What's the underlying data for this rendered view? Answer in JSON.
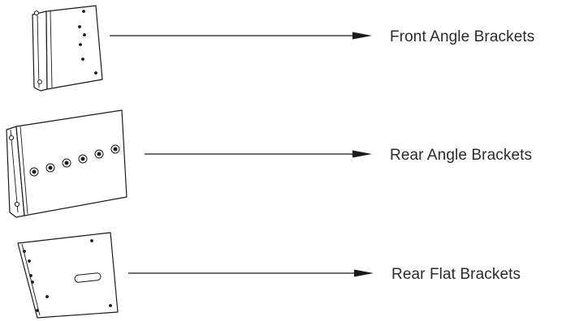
{
  "items": [
    {
      "label": "Front Angle Brackets"
    },
    {
      "label": "Rear Angle Brackets"
    },
    {
      "label": "Rear Flat Brackets"
    }
  ],
  "colors": {
    "line": "#1a1a1a",
    "text": "#2b2b2b",
    "background": "#ffffff"
  }
}
